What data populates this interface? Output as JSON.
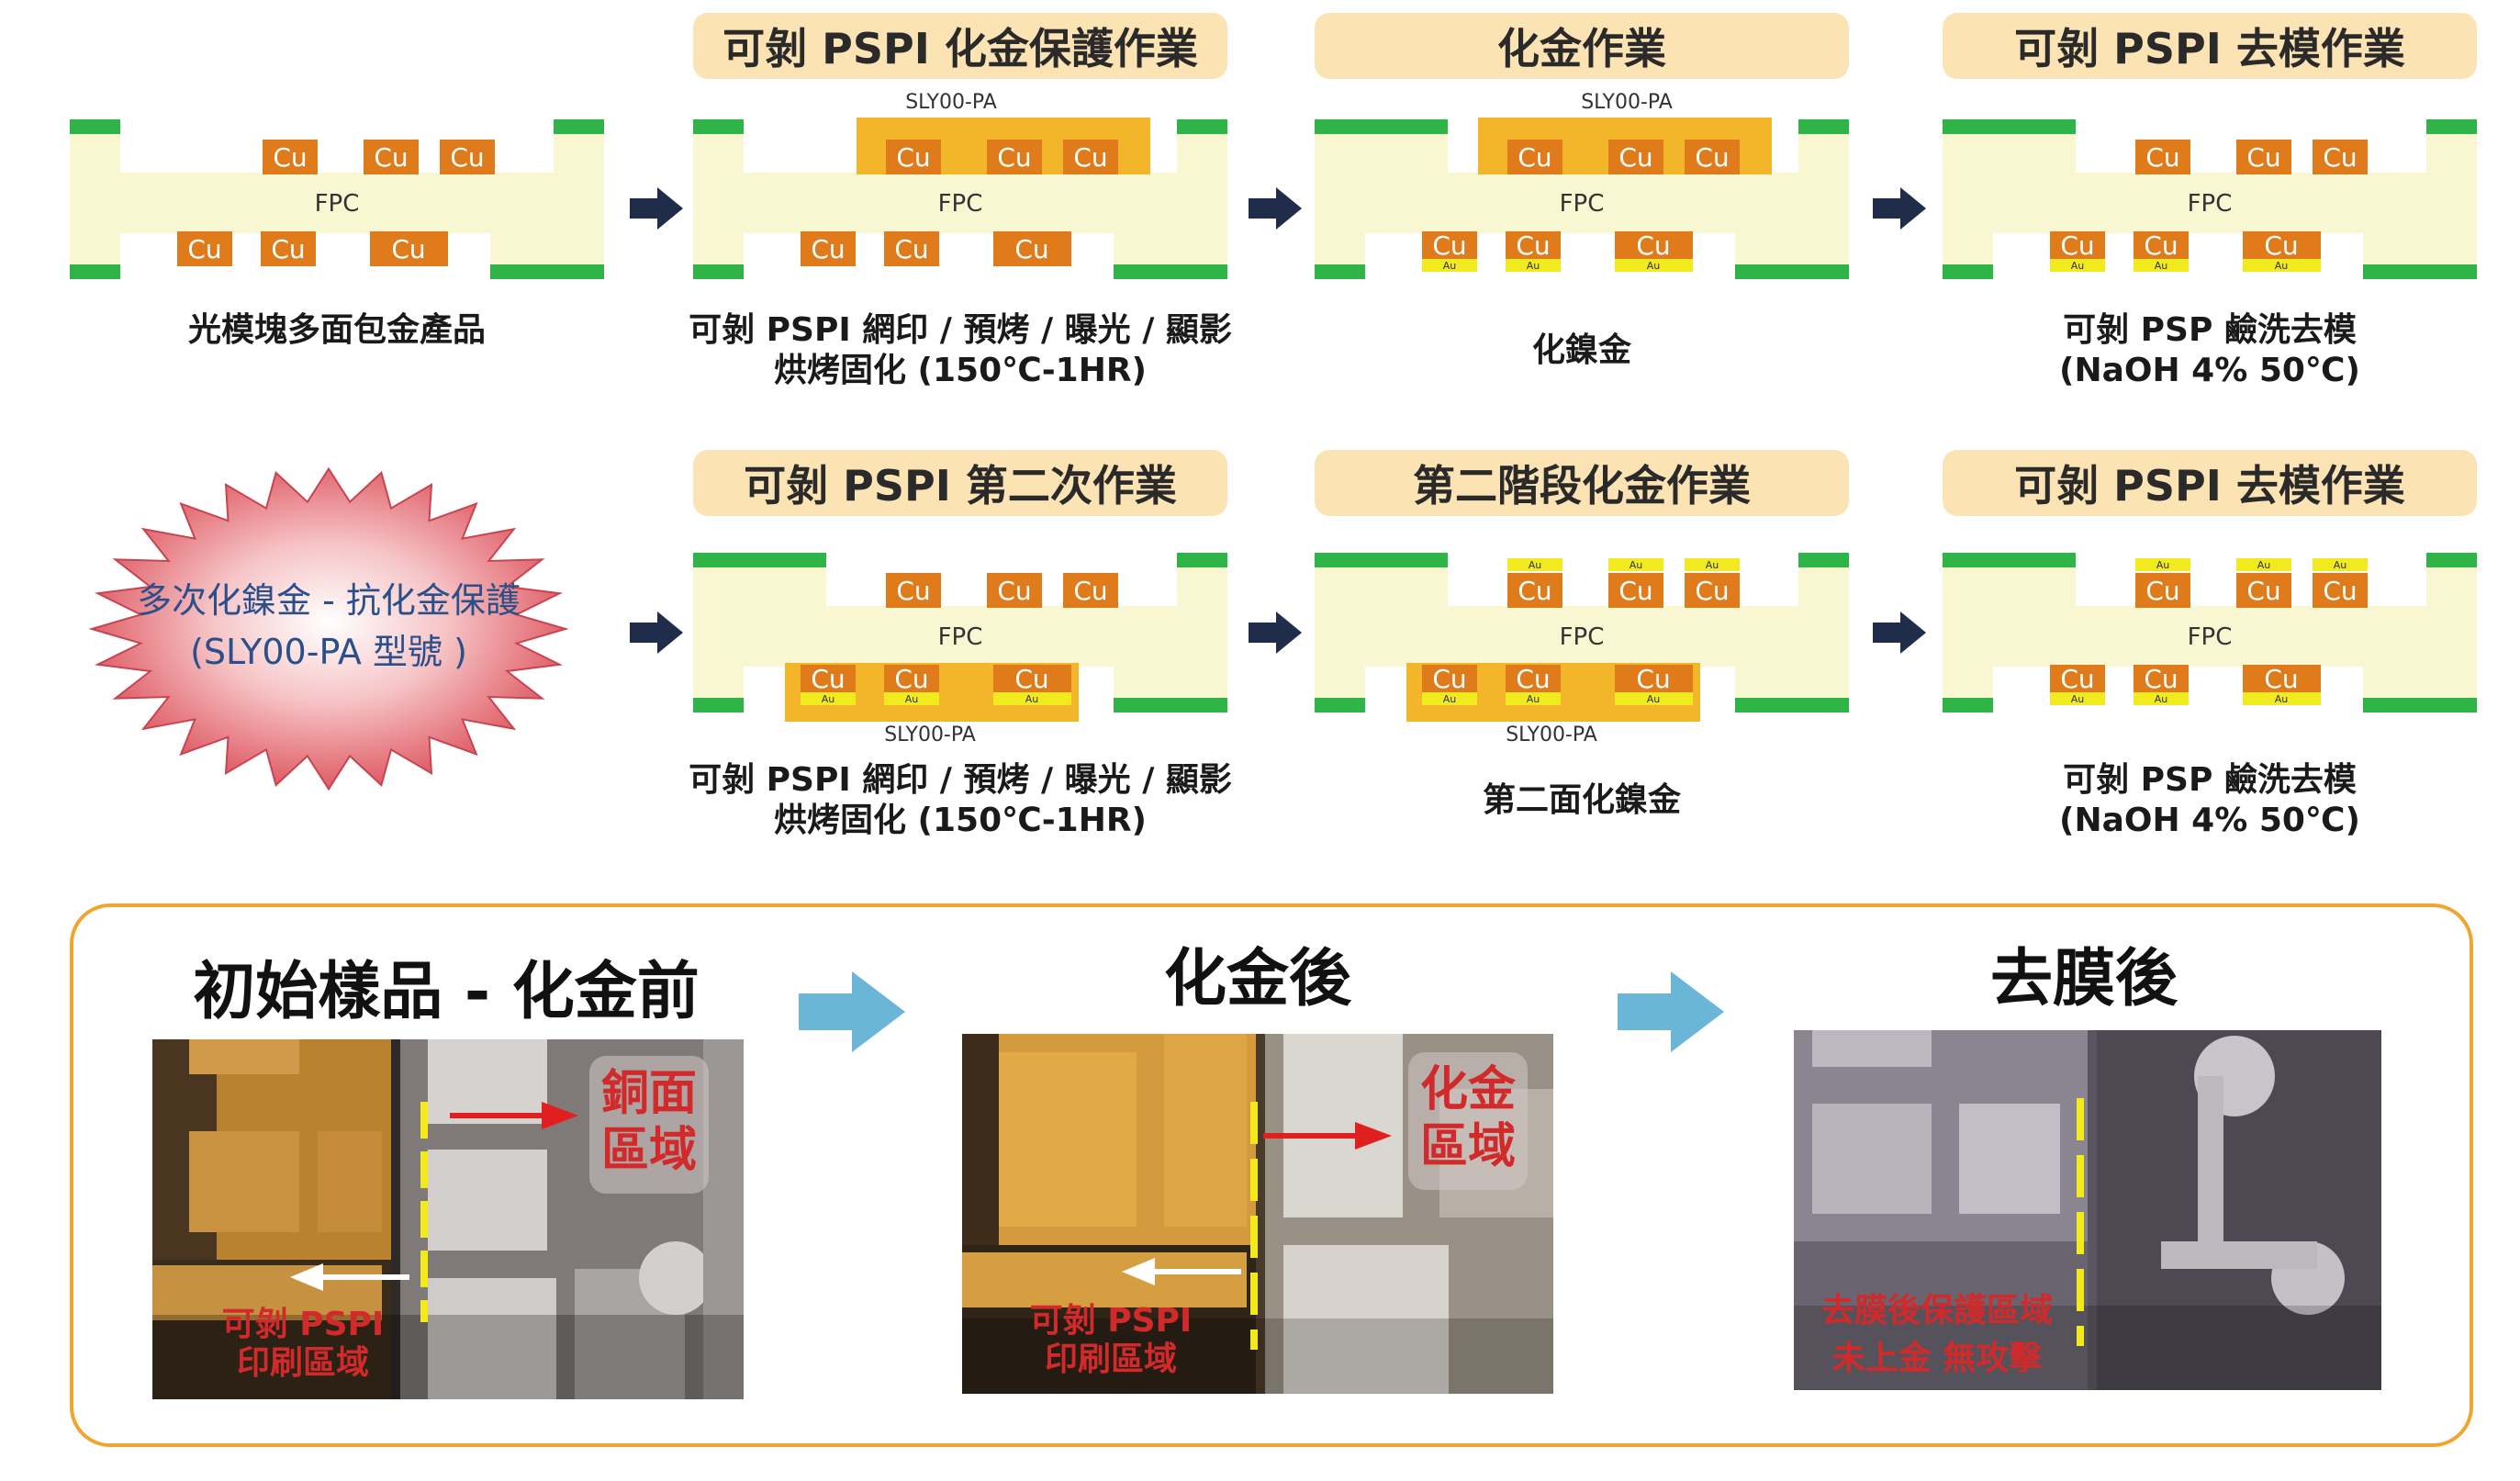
{
  "row1": {
    "step0": {
      "caption": "光模塊多面包金產品"
    },
    "step1": {
      "title": "可剝 PSPI 化金保護作業",
      "caption_lines": [
        "可剝 PSPI 網印 / 預烤 / 曝光 / 顯影",
        "烘烤固化 (150℃-1HR)"
      ]
    },
    "step2": {
      "title": "化金作業",
      "caption": "化鎳金"
    },
    "step3": {
      "title": "可剝 PSPI 去模作業",
      "caption_lines": [
        "可剝 PSP 鹼洗去模",
        "(NaOH 4% 50℃)"
      ]
    }
  },
  "row2": {
    "badge_lines": [
      "多次化鎳金 - 抗化金保護",
      "(SLY00-PA 型號 )"
    ],
    "step1": {
      "title": "可剝 PSPI 第二次作業",
      "caption_lines": [
        "可剝 PSPI 網印 / 預烤 / 曝光 / 顯影",
        "烘烤固化 (150℃-1HR)"
      ]
    },
    "step2": {
      "title": "第二階段化金作業",
      "caption": "第二面化鎳金"
    },
    "step3": {
      "title": "可剝 PSPI 去模作業",
      "caption_lines": [
        "可剝 PSP 鹼洗去模",
        "(NaOH 4% 50℃)"
      ]
    }
  },
  "diagram_labels": {
    "fpc": "FPC",
    "cu": "Cu",
    "au": "Au",
    "mask": "SLY00-PA"
  },
  "photos": {
    "p1": {
      "title": "初始樣品 - 化金前",
      "label_right": [
        "銅面",
        "區域"
      ],
      "label_left": [
        "可剝 PSPI",
        "印刷區域"
      ]
    },
    "p2": {
      "title": "化金後",
      "label_right": [
        "化金",
        "區域"
      ],
      "label_left": [
        "可剝 PSPI",
        "印刷區域"
      ]
    },
    "p3": {
      "title": "去膜後",
      "label_left": [
        "去膜後保護區域",
        "未上金 無攻擊"
      ]
    }
  },
  "colors": {
    "fpc": "#f8f7d2",
    "solder_mask": "#2fb547",
    "copper": "#e07b1c",
    "gold": "#f0ea1e",
    "pspi": "#f3b52a",
    "title_bg": "#fce3b4",
    "panel_border": "#f0a530",
    "arrow_dark": "#1f2d4a",
    "arrow_light": "#6bb6d6",
    "label_red": "#d22a2a",
    "marker_yellow": "#f3ea1c"
  }
}
